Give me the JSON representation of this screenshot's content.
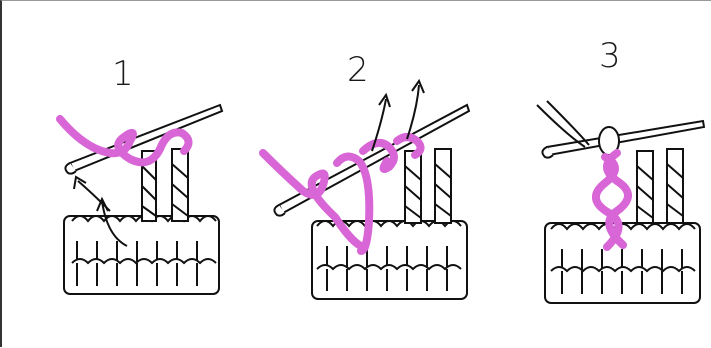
{
  "diagram": {
    "steps": [
      {
        "number": "1"
      },
      {
        "number": "2"
      },
      {
        "number": "3"
      }
    ],
    "colors": {
      "yarn": "#d966d6",
      "stroke": "#111111",
      "stitch_fill": "#ffffff"
    },
    "icons": [
      "crochet-hook-icon",
      "yarn-strand-icon",
      "direction-arrow-icon"
    ]
  }
}
